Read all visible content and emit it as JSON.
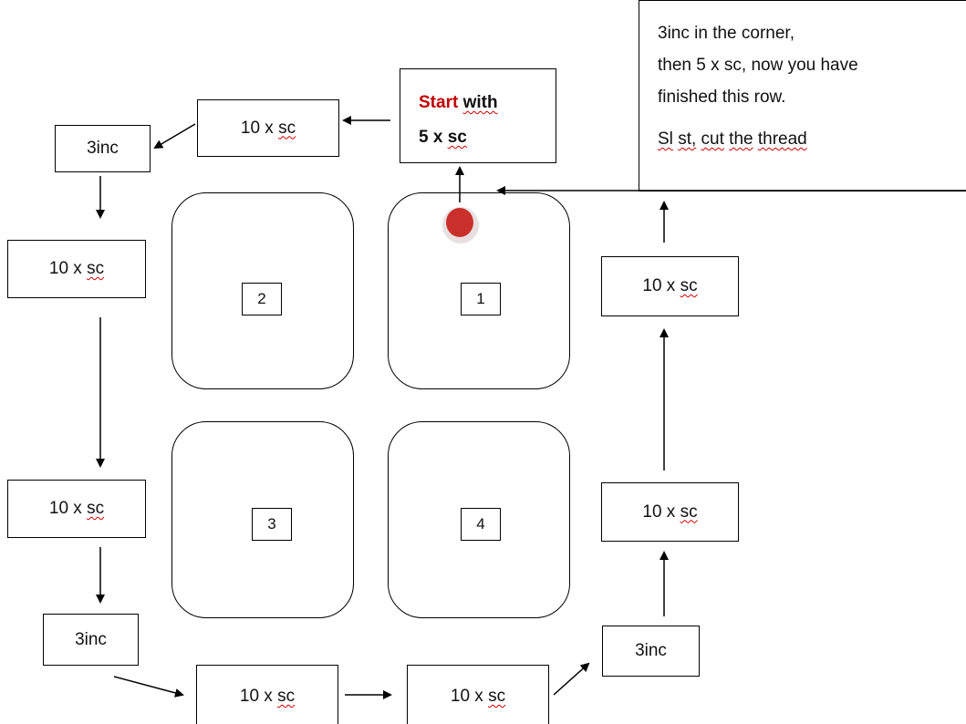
{
  "note": {
    "line1": "3inc in the corner,",
    "line2": "then 5 x sc, now you have",
    "line3": "finished this row.",
    "line4_a": "Sl",
    "line4_b": "st,",
    "line4_c": "cut",
    "line4_d": "the",
    "line4_e": "thread"
  },
  "start": {
    "word_start": "Start",
    "word_with": "with",
    "count": "5 x",
    "stitch": "sc"
  },
  "steps": {
    "prefix": "10 x",
    "stitch": "sc",
    "inc": "3inc"
  },
  "squares": {
    "one": "1",
    "two": "2",
    "three": "3",
    "four": "4"
  },
  "colors": {
    "start_word": "#c00000",
    "marker_dot": "#c9302c",
    "spellcheck_underline": "#d00000"
  }
}
